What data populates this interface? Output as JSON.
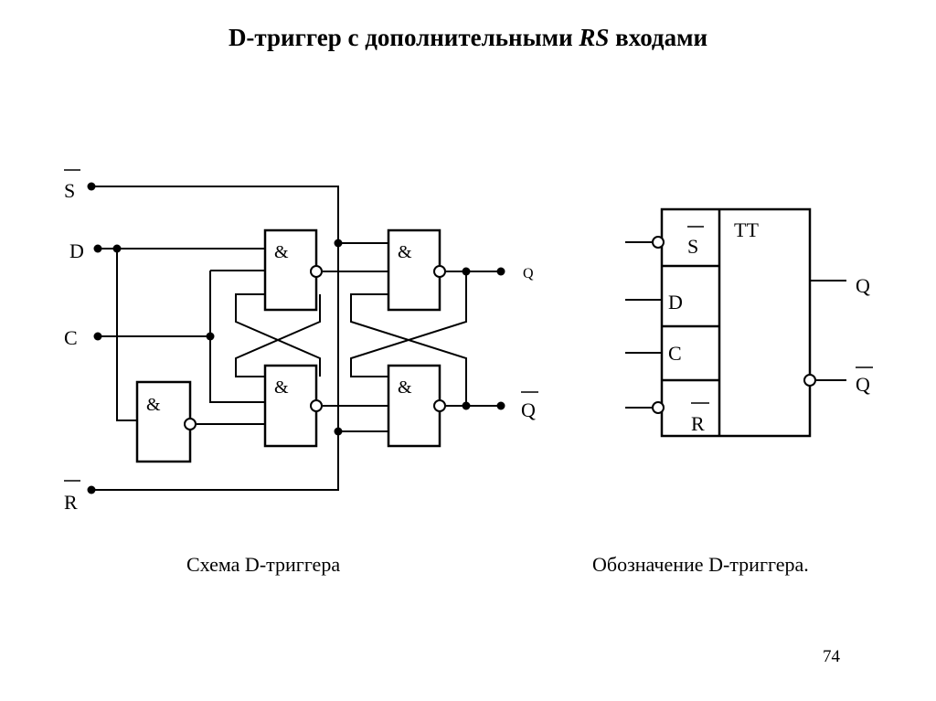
{
  "title": {
    "prefix": "D-триггер с дополнительными ",
    "rs": "RS",
    "suffix": " входами"
  },
  "schematic": {
    "inputs": {
      "s_bar": "S",
      "d": "D",
      "c": "C",
      "r_bar": "R"
    },
    "outputs": {
      "q": "Q",
      "q_bar": "Q"
    },
    "gate_symbol": "&",
    "caption": "Схема D-триггера"
  },
  "symbol": {
    "type_label": "TT",
    "inputs": {
      "s_bar": "S",
      "d": "D",
      "c": "C",
      "r_bar": "R"
    },
    "outputs": {
      "q": "Q",
      "q_bar": "Q"
    },
    "caption": "Обозначение D-триггера."
  },
  "page_number": "74"
}
